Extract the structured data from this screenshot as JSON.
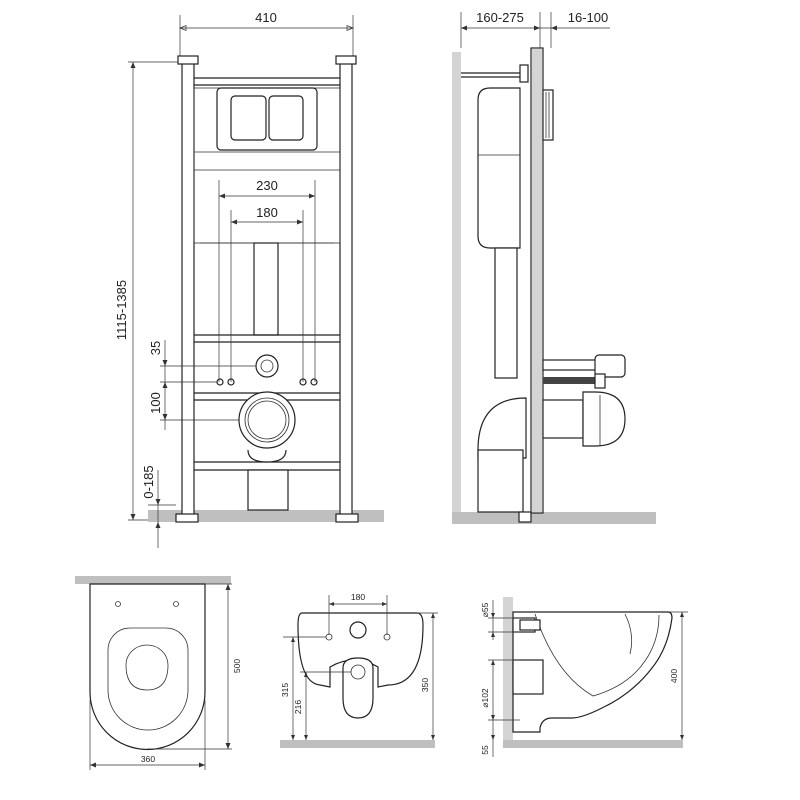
{
  "front_view": {
    "width_label": "410",
    "height_range_label": "1115-1385",
    "outer_spacing_label": "230",
    "inner_spacing_label": "180",
    "upper_offset_label": "35",
    "lower_offset_label": "100",
    "leg_range_label": "0-185"
  },
  "side_view": {
    "depth_range_label": "160-275",
    "wall_range_label": "16-100"
  },
  "top_view": {
    "length_label": "500",
    "width_label": "360"
  },
  "rear_view": {
    "hole_spacing_label": "180",
    "outlet_height_label": "315",
    "inlet_height_label": "216",
    "total_height_label": "350"
  },
  "profile_view": {
    "top_diameter_label": "⌀55",
    "outlet_diameter_label": "⌀102",
    "bottom_offset_label": "55",
    "height_label": "400"
  }
}
